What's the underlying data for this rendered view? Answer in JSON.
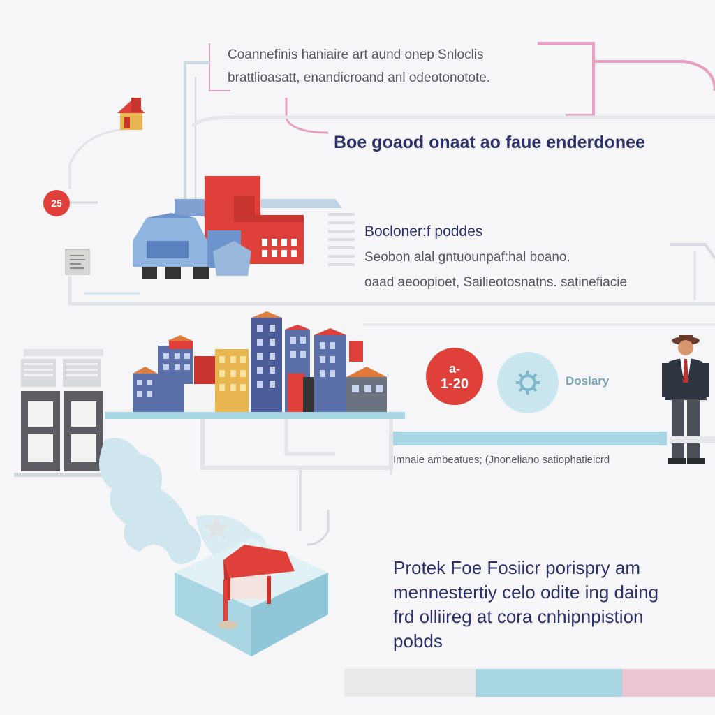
{
  "colors": {
    "background": "#f6f6f8",
    "red": "#e0403a",
    "navy": "#2c3269",
    "light_blue": "#a9d6e3",
    "steel_blue": "#5b6fa8",
    "pink": "#e7a0c2",
    "gray_line": "#d9dde2"
  },
  "top_note": {
    "line1": "Coannefinis haniaire art aund onep Snloclis",
    "line2": "brattlioasatt, enandicroand anl odeotonotote."
  },
  "headline": "Boe goaod onaat ao faue enderdonee",
  "badge_25": "25",
  "section2": {
    "title": "Bocloner:f poddes",
    "line1": "Seobon alal gntuounpaf:hal boano.",
    "line2": "oaad aeoopioet, Sailieotosnatns. satinefiacie"
  },
  "badge_120": {
    "top": "a-",
    "bottom": "1-20"
  },
  "circle_label": "Doslary",
  "caption_line": "Imnaie ambeatues; (Jnoneliano satiophatieicrd",
  "bottom_text": {
    "line1": "Protek Foe Fosiicr porispry am",
    "line2": "mennestertiy celo odite ing daing",
    "line3": "frd olliireg at cora cnhipnpistion",
    "line4": "pobds"
  },
  "bottom_bar_colors": [
    "#ebeaea",
    "#a9d6e3",
    "#ecc6d3"
  ],
  "icons": [
    "small-house-icon",
    "gear-icon",
    "person-icon",
    "document-icon"
  ]
}
